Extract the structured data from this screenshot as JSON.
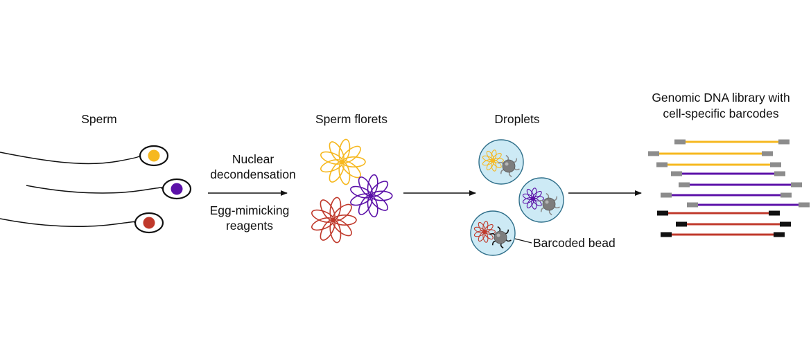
{
  "labels": {
    "sperm": "Sperm",
    "step1_top_1": "Nuclear",
    "step1_top_2": "decondensation",
    "step1_bottom_1": "Egg-mimicking",
    "step1_bottom_2": "reagents",
    "florets": "Sperm florets",
    "droplets": "Droplets",
    "bead": "Barcoded bead",
    "library_1": "Genomic DNA library with",
    "library_2": "cell-specific barcodes"
  },
  "colors": {
    "yellow": "#f6b81f",
    "purple": "#5b10a8",
    "red": "#c0392b",
    "droplet_fill": "#cdeaf5",
    "droplet_stroke": "#2f6f8a",
    "bead": "#7d7d7d",
    "barcode_gray": "#8c8c8c",
    "barcode_black": "#111111"
  },
  "sperm_cells": [
    "yellow",
    "purple",
    "red"
  ],
  "florets": [
    "yellow",
    "purple",
    "red"
  ],
  "droplets": [
    {
      "floret": "yellow",
      "tether": "gray"
    },
    {
      "floret": "purple",
      "tether": "gray"
    },
    {
      "floret": "red",
      "tether": "black"
    }
  ],
  "library_fragments": [
    {
      "color": "yellow",
      "barcode": "gray"
    },
    {
      "color": "yellow",
      "barcode": "gray"
    },
    {
      "color": "yellow",
      "barcode": "gray"
    },
    {
      "color": "purple",
      "barcode": "gray"
    },
    {
      "color": "purple",
      "barcode": "gray"
    },
    {
      "color": "purple",
      "barcode": "gray"
    },
    {
      "color": "purple",
      "barcode": "gray"
    },
    {
      "color": "red",
      "barcode": "black"
    },
    {
      "color": "red",
      "barcode": "black"
    },
    {
      "color": "red",
      "barcode": "black"
    }
  ]
}
